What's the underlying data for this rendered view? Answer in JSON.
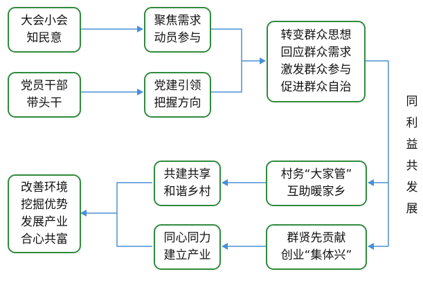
{
  "boxes": {
    "b1": [
      "大会小会",
      "知民意"
    ],
    "b2": [
      "党员干部",
      "带头干"
    ],
    "b3": [
      "聚焦需求",
      "动员参与"
    ],
    "b4": [
      "党建引领",
      "把握方向"
    ],
    "b5": [
      "转变群众思想",
      "回应群众需求",
      "激发群众参与",
      "促进群众自治"
    ],
    "b6": [
      "村务“大家管”",
      "互助暖家乡"
    ],
    "b7": [
      "群贤先贡献",
      "创业“集体兴”"
    ],
    "b8": [
      "共建共享",
      "和谐乡村"
    ],
    "b9": [
      "同心同力",
      "建立产业"
    ],
    "b10": [
      "改善环境",
      "挖掘优势",
      "发展产业",
      "合心共富"
    ]
  },
  "side_label": [
    "同",
    "利",
    "益",
    "共",
    "发",
    "展"
  ],
  "colors": {
    "box_border": "#2f8a3c",
    "arrow": "#4a8fd6"
  }
}
